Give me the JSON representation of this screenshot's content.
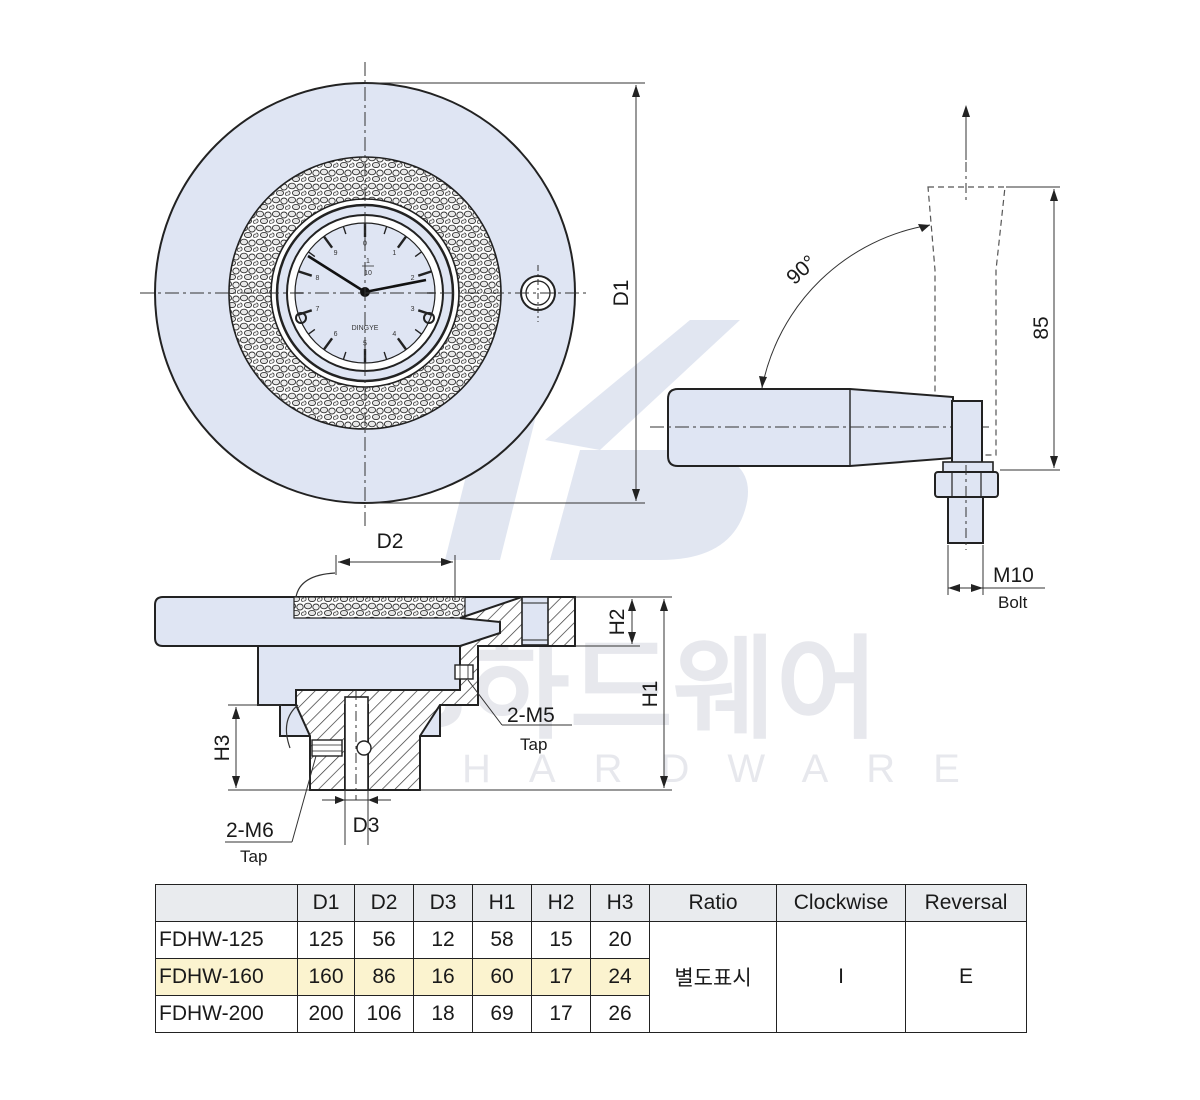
{
  "colors": {
    "fill": "#dfe5f3",
    "stroke": "#222222",
    "highlight": "#fbf3cf",
    "header": "#e9ebee",
    "watermark": "#c9ccd6"
  },
  "drawing": {
    "dims": {
      "d1": "D1",
      "d2": "D2",
      "d3": "D3",
      "h1": "H1",
      "h2": "H2",
      "h3": "H3",
      "angle": "90°",
      "handle_length": "85",
      "bolt_size": "M10",
      "bolt_label": "Bolt",
      "tap_m5": "2-M5",
      "tap_m6": "2-M6",
      "tap_word": "Tap"
    },
    "dial": {
      "brand": "DINGYE",
      "ratio_num": "1",
      "ratio_den": "10",
      "numerals": [
        "0",
        "1",
        "2",
        "3",
        "4",
        "5",
        "6",
        "7",
        "8",
        "9"
      ]
    },
    "watermark": {
      "logo": "KB",
      "korean": "KB하드웨어",
      "english": "HARDWARE"
    }
  },
  "table": {
    "headers": [
      "",
      "D1",
      "D2",
      "D3",
      "H1",
      "H2",
      "H3",
      "Ratio",
      "Clockwise",
      "Reversal"
    ],
    "rows": [
      {
        "model": "FDHW-125",
        "cells": [
          "125",
          "56",
          "12",
          "58",
          "15",
          "20"
        ]
      },
      {
        "model": "FDHW-160",
        "cells": [
          "160",
          "86",
          "16",
          "60",
          "17",
          "24"
        ]
      },
      {
        "model": "FDHW-200",
        "cells": [
          "200",
          "106",
          "18",
          "69",
          "17",
          "26"
        ]
      }
    ],
    "ratio": "별도표시",
    "clockwise": "I",
    "reversal": "E"
  }
}
